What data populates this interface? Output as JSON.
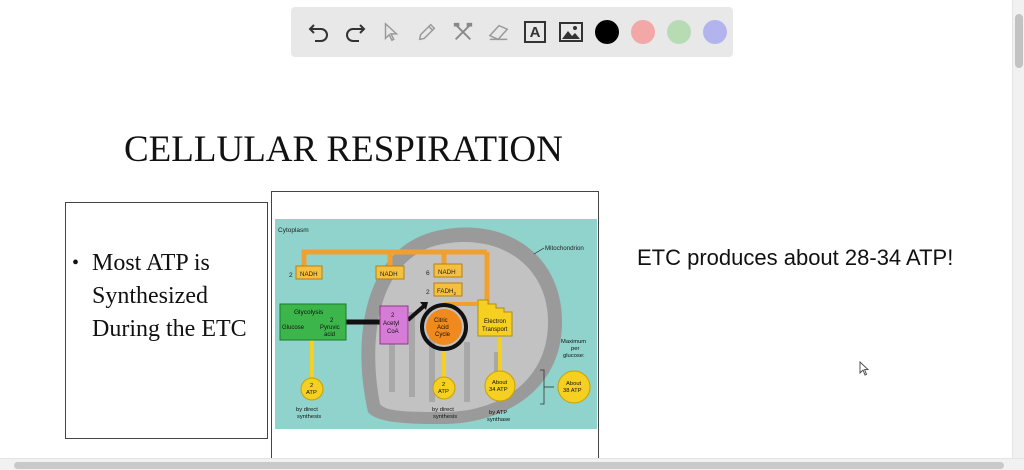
{
  "toolbar": {
    "tools": [
      {
        "name": "undo-icon"
      },
      {
        "name": "redo-icon"
      },
      {
        "name": "select-pointer-icon"
      },
      {
        "name": "pen-icon"
      },
      {
        "name": "tools-icon"
      },
      {
        "name": "eraser-icon"
      },
      {
        "name": "text-icon",
        "glyph": "A"
      },
      {
        "name": "image-icon"
      }
    ],
    "colors": [
      "#000000",
      "#f3a7a7",
      "#b7dcb4",
      "#b3b3ee"
    ]
  },
  "slide": {
    "title": "CELLULAR RESPIRATION",
    "bullet": {
      "line1": "Most ATP is",
      "line2": "Synthesized",
      "line3": "During the ETC"
    },
    "note": "ETC produces about 28-34 ATP!"
  },
  "figure": {
    "cytoplasm": "Cytoplasm",
    "mitochondrion": "Mitochondrion",
    "nadh_count_1": "2",
    "nadh_label_1": "NADH",
    "nadh_label_2": "NADH",
    "nadh_count_3": "6",
    "nadh_label_3": "NADH",
    "fadh_count": "2",
    "fadh_label": "FADH",
    "fadh_sub": "2",
    "glycolysis": "Glycolysis",
    "glucose": "Glucose",
    "pyruvic_count": "2",
    "pyruvic_1": "Pyruvic",
    "pyruvic_2": "acid",
    "acetyl_count": "2",
    "acetyl_1": "Acetyl",
    "acetyl_2": "CoA",
    "citric_1": "Citric",
    "citric_2": "Acid",
    "citric_3": "Cycle",
    "et_1": "Electron",
    "et_2": "Transport",
    "max_1": "Maximum",
    "max_2": "per",
    "max_3": "glucose:",
    "atp1_count": "2",
    "atp1": "ATP",
    "atp2_count": "2",
    "atp2": "ATP",
    "about34_1": "About",
    "about34_2": "34 ATP",
    "about38_1": "About",
    "about38_2": "38 ATP",
    "direct1_1": "by direct",
    "direct1_2": "synthesis",
    "direct2_1": "by direct",
    "direct2_2": "synthesis",
    "synthase_1": "by ATP",
    "synthase_2": "synthase"
  }
}
